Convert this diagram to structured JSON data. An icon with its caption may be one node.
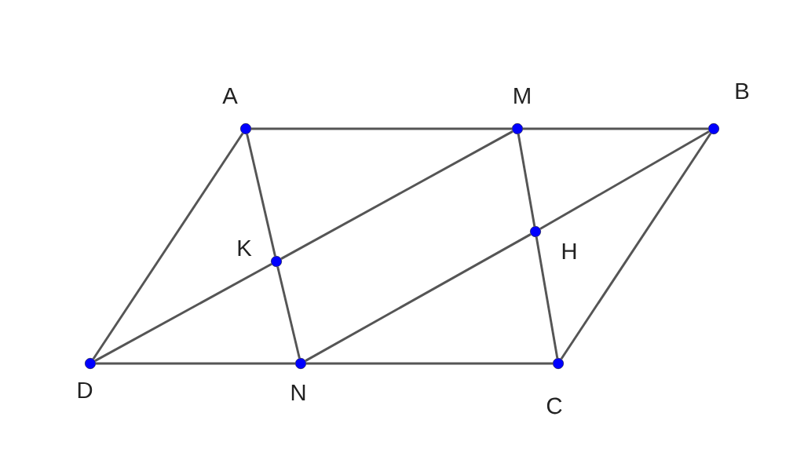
{
  "diagram": {
    "nodes": [
      {
        "text": [
          "A"
        ]
      },
      {
        "text": [
          "M"
        ]
      },
      {
        "text": [
          "B"
        ]
      },
      {
        "text": [
          "K"
        ]
      },
      {
        "text": [
          "H"
        ]
      },
      {
        "text": [
          "D"
        ]
      },
      {
        "text": [
          "N"
        ]
      },
      {
        "text": [
          "C"
        ]
      }
    ],
    "edges": [
      {
        "from": 0,
        "to": 1,
        "arrow": "none"
      },
      {
        "from": 1,
        "to": 2,
        "arrow": "none"
      },
      {
        "from": 5,
        "to": 6,
        "arrow": "none"
      },
      {
        "from": 6,
        "to": 7,
        "arrow": "none"
      },
      {
        "from": 0,
        "to": 5,
        "arrow": "none"
      },
      {
        "from": 2,
        "to": 7,
        "arrow": "none"
      },
      {
        "from": 5,
        "to": 3,
        "arrow": "none"
      },
      {
        "from": 3,
        "to": 1,
        "arrow": "none"
      },
      {
        "from": 6,
        "to": 4,
        "arrow": "none"
      },
      {
        "from": 4,
        "to": 2,
        "arrow": "none"
      },
      {
        "from": 0,
        "to": 3,
        "arrow": "none"
      },
      {
        "from": 3,
        "to": 6,
        "arrow": "none"
      },
      {
        "from": 1,
        "to": 4,
        "arrow": "none"
      },
      {
        "from": 4,
        "to": 7,
        "arrow": "none"
      }
    ]
  }
}
